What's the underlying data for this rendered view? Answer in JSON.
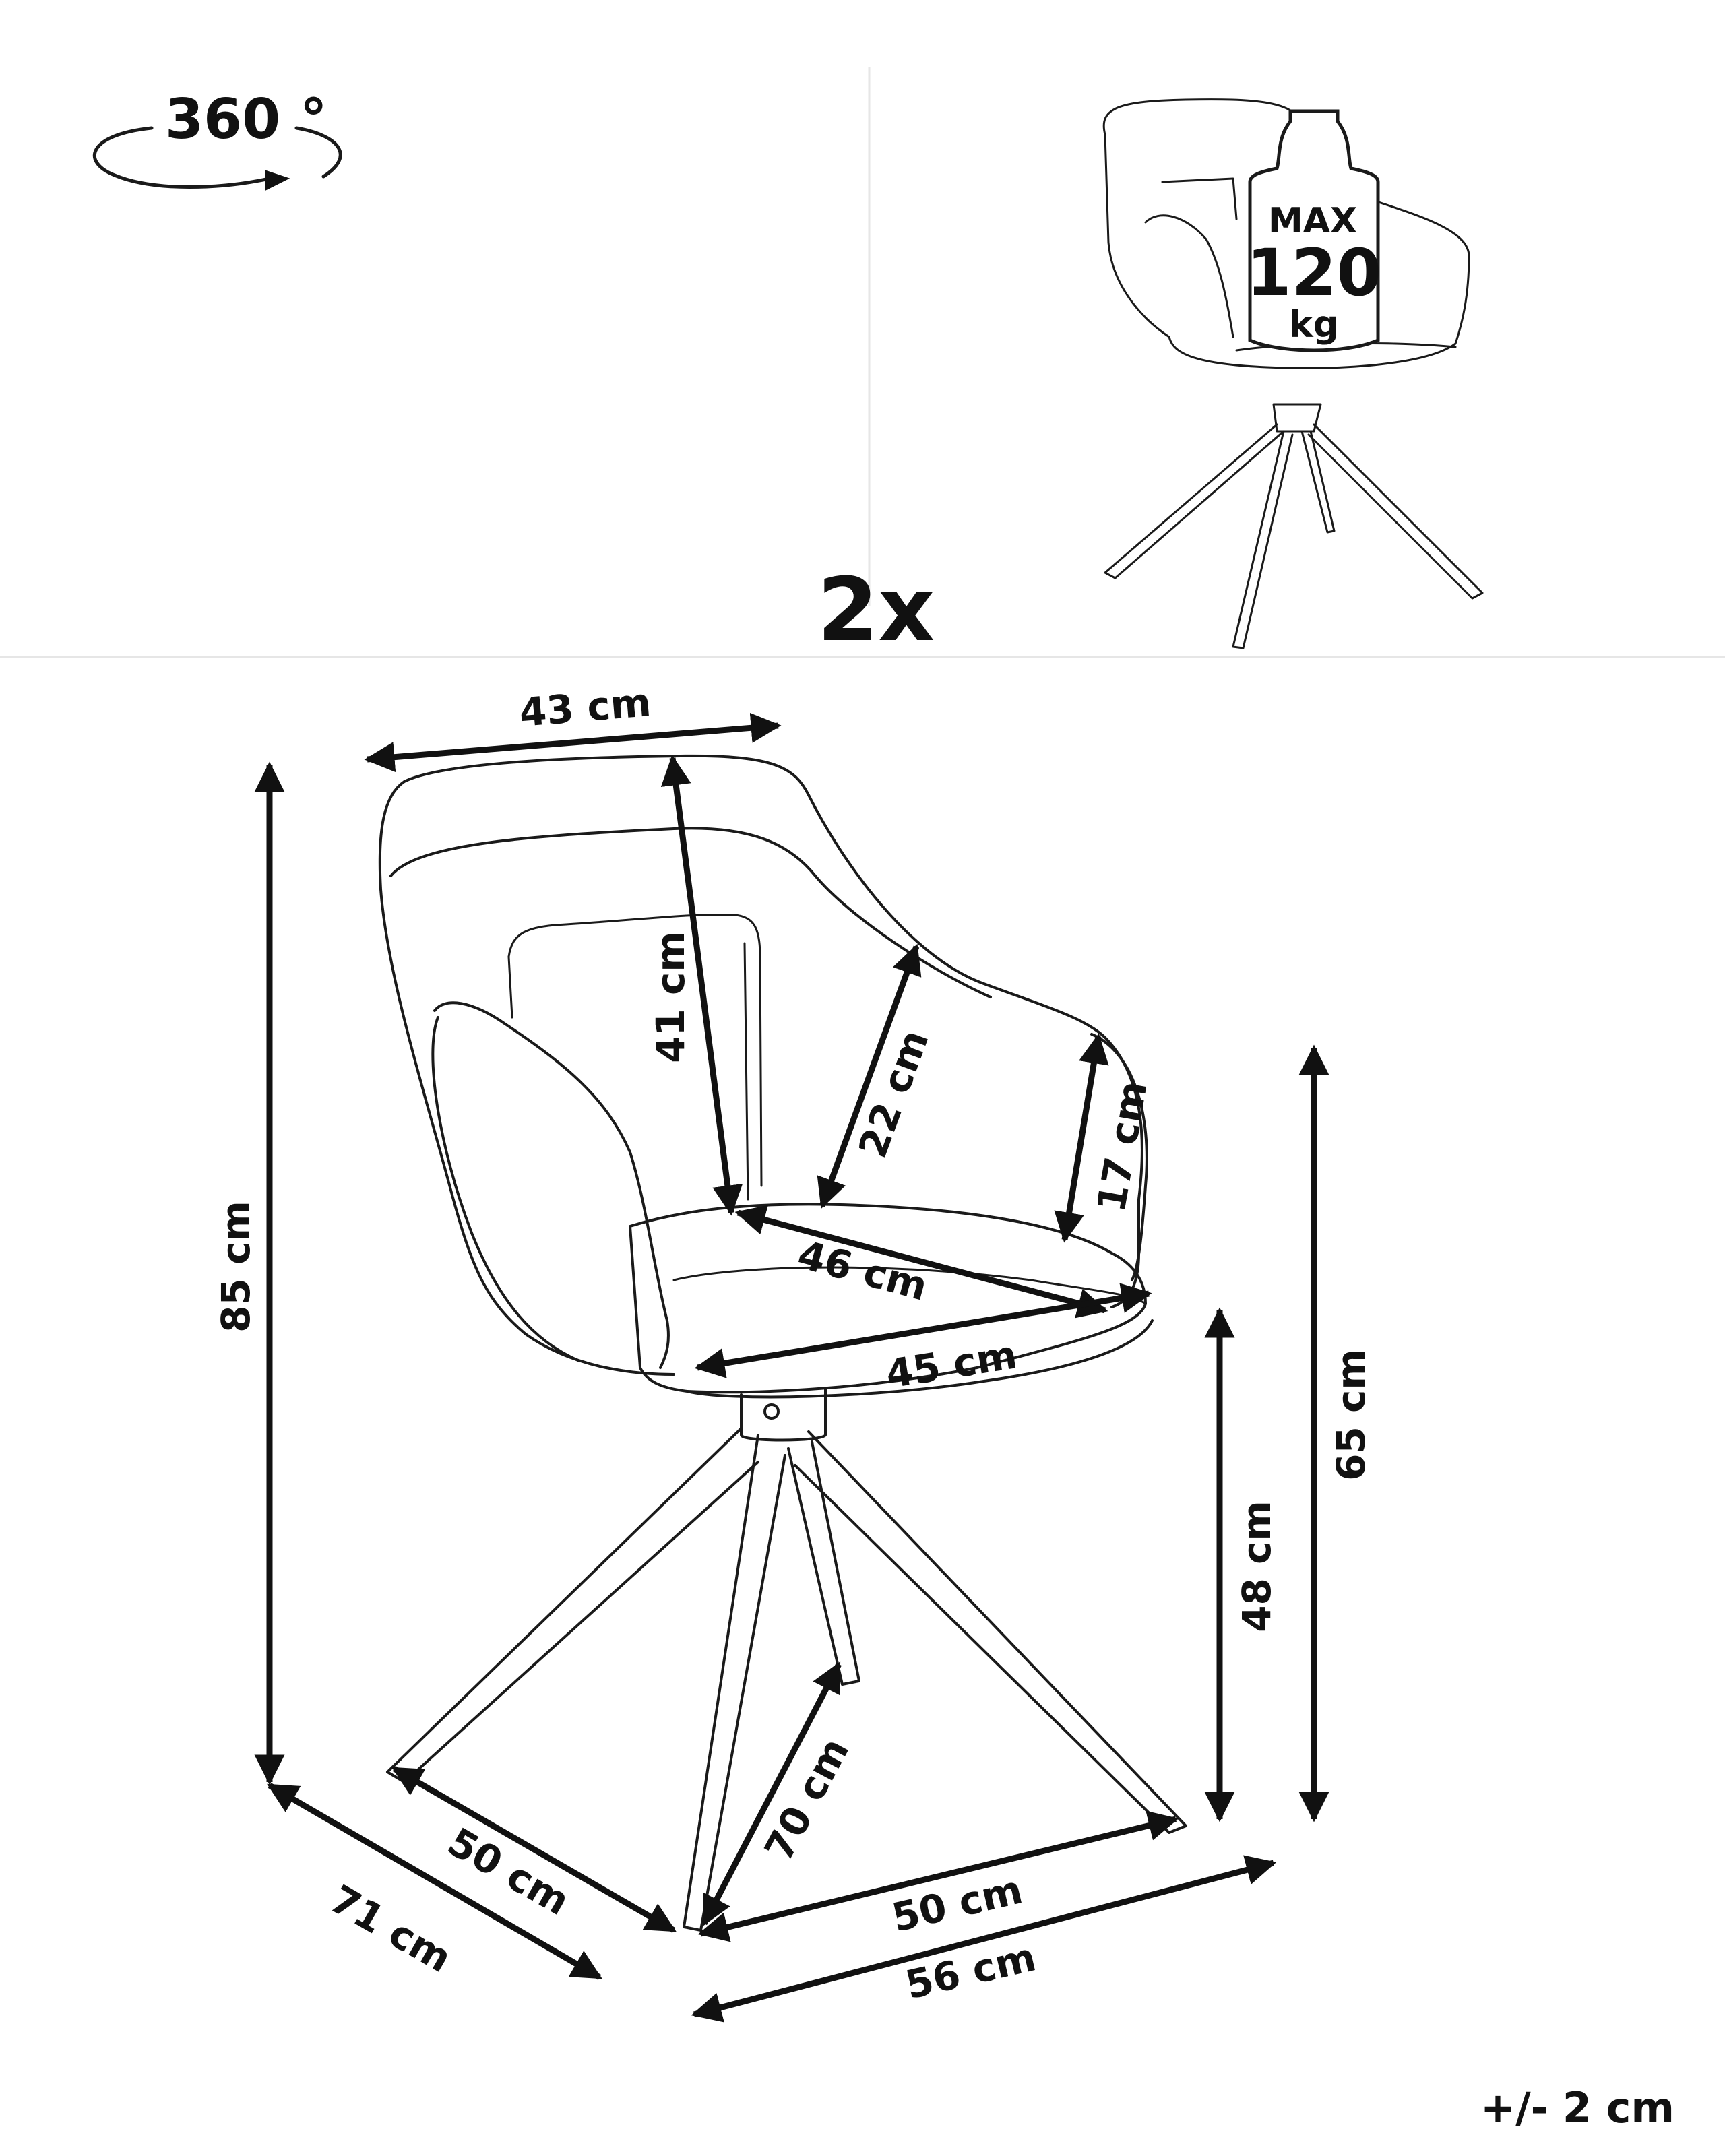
{
  "rotation": {
    "label": "360 °"
  },
  "max_load": {
    "line1": "MAX",
    "line2": "120",
    "line3": "kg"
  },
  "quantity": "2x",
  "tolerance": "+/- 2 cm",
  "dimensions": {
    "width_back": "43 cm",
    "height_total": "85 cm",
    "backrest_height": "41 cm",
    "armrest_inner": "22 cm",
    "armrest_height": "17 cm",
    "seat_depth": "46 cm",
    "seat_width": "45 cm",
    "seat_height": "48 cm",
    "armrest_floor_height": "65 cm",
    "leg_length": "70 cm",
    "base_left": "50 cm",
    "base_right": "50 cm",
    "overall_depth": "71 cm",
    "overall_width": "56 cm"
  }
}
